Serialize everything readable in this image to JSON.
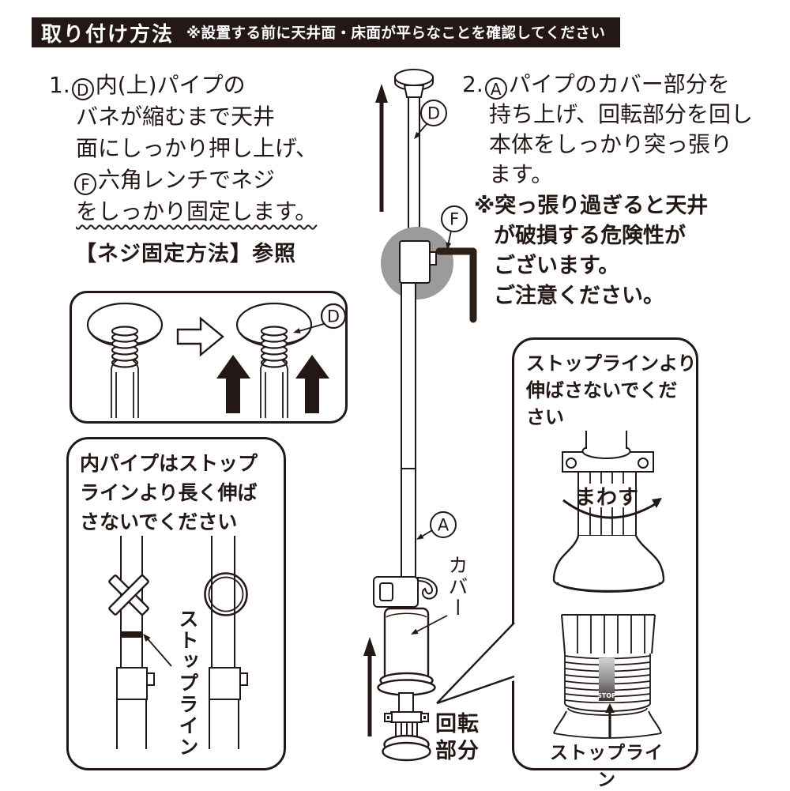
{
  "colors": {
    "ink": "#231815",
    "gray_highlight": "#9b9b9b",
    "white": "#ffffff"
  },
  "header": {
    "title": "取り付け方法",
    "note": "※設置する前に天井面・床面が平らなことを確認してください"
  },
  "step1": {
    "number": "1.",
    "part_d": "D",
    "line1_rest": "内(上)パイプの",
    "line2": "バネが縮むまで天井",
    "line3": "面にしっかり押し上げ、",
    "part_f": "F",
    "line4_rest": "六角レンチでネジ",
    "line5": "をしっかり固定します。",
    "reference": "【ネジ固定方法】参照"
  },
  "step2": {
    "number": "2.",
    "part_a": "A",
    "line1_rest": "パイプのカバー部分を",
    "line2": "持ち上げ、回転部分を回し",
    "line3": "本体をしっかり突っ張り",
    "line4": "ます。",
    "warning1": "※突っ張り過ぎると天井",
    "warning2": "が破損する危険性が",
    "warning3": "ございます。",
    "warning4": "ご注意ください。"
  },
  "screw_fix_box": {
    "label_d": "D"
  },
  "inner_pipe_box": {
    "line1": "内パイプはストップ",
    "line2": "ラインより長く伸ば",
    "line3": "さないでください",
    "stop_line_label": "ストップライン"
  },
  "pole": {
    "label_d": "D",
    "label_f": "F",
    "label_a": "A",
    "cover_label": "カバー",
    "rotation_label_1": "回転",
    "rotation_label_2": "部分"
  },
  "stop_line_box": {
    "line1": "ストップラインより",
    "line2": "伸ばさないでくだ",
    "line3": "さい",
    "rotate_label": "まわす",
    "stop_text": "STOP",
    "stop_line_label": "ストップライン"
  }
}
